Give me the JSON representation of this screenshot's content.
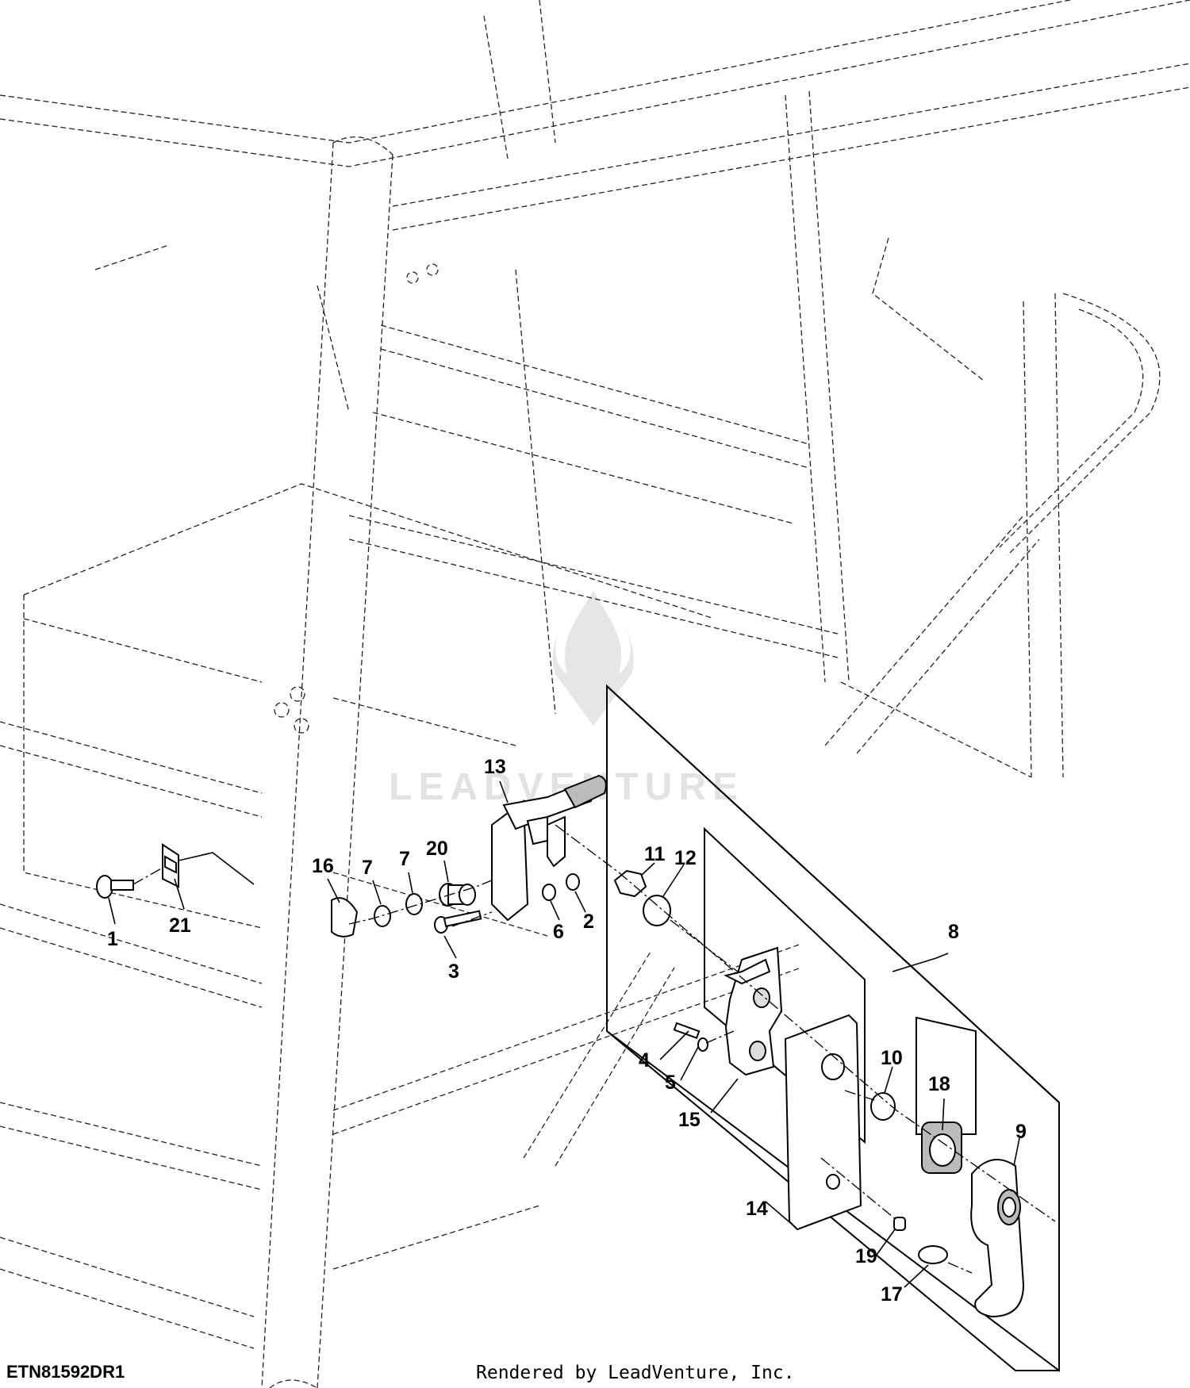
{
  "diagram": {
    "code": "ETN81592DR1",
    "credit": "Rendered by LeadVenture, Inc.",
    "watermark": "LEADVENTURE",
    "callouts": [
      "1",
      "2",
      "3",
      "4",
      "5",
      "6",
      "7",
      "7",
      "8",
      "9",
      "10",
      "11",
      "12",
      "13",
      "14",
      "15",
      "16",
      "17",
      "18",
      "19",
      "20",
      "21"
    ]
  }
}
